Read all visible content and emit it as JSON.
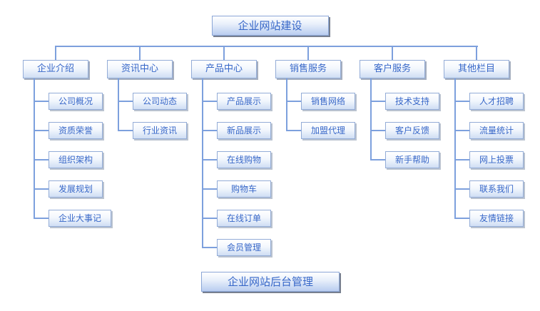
{
  "diagram": {
    "title": "企业网站建设",
    "footer": "企业网站后台管理",
    "colors": {
      "connector_line": "#7da0dd",
      "box_border": "#93acd7",
      "box_fill_bottom": "#cfdef4",
      "big_box_fill_bottom": "#b9cdf0",
      "text": "#3767c8",
      "shadow": "#8291aa"
    },
    "columns": [
      {
        "label": "企业介绍",
        "children": [
          "公司概况",
          "资质荣誉",
          "组织架构",
          "发展规划",
          "企业大事记"
        ]
      },
      {
        "label": "资讯中心",
        "children": [
          "公司动态",
          "行业资讯"
        ]
      },
      {
        "label": "产品中心",
        "children": [
          "产品展示",
          "新品展示",
          "在线购物",
          "购物车",
          "在线订单",
          "会员管理"
        ]
      },
      {
        "label": "销售服务",
        "children": [
          "销售网络",
          "加盟代理"
        ]
      },
      {
        "label": "客户服务",
        "children": [
          "技术支持",
          "客户反馈",
          "新手帮助"
        ]
      },
      {
        "label": "其他栏目",
        "children": [
          "人才招聘",
          "流量统计",
          "网上投票",
          "联系我们",
          "友情链接"
        ]
      }
    ]
  }
}
